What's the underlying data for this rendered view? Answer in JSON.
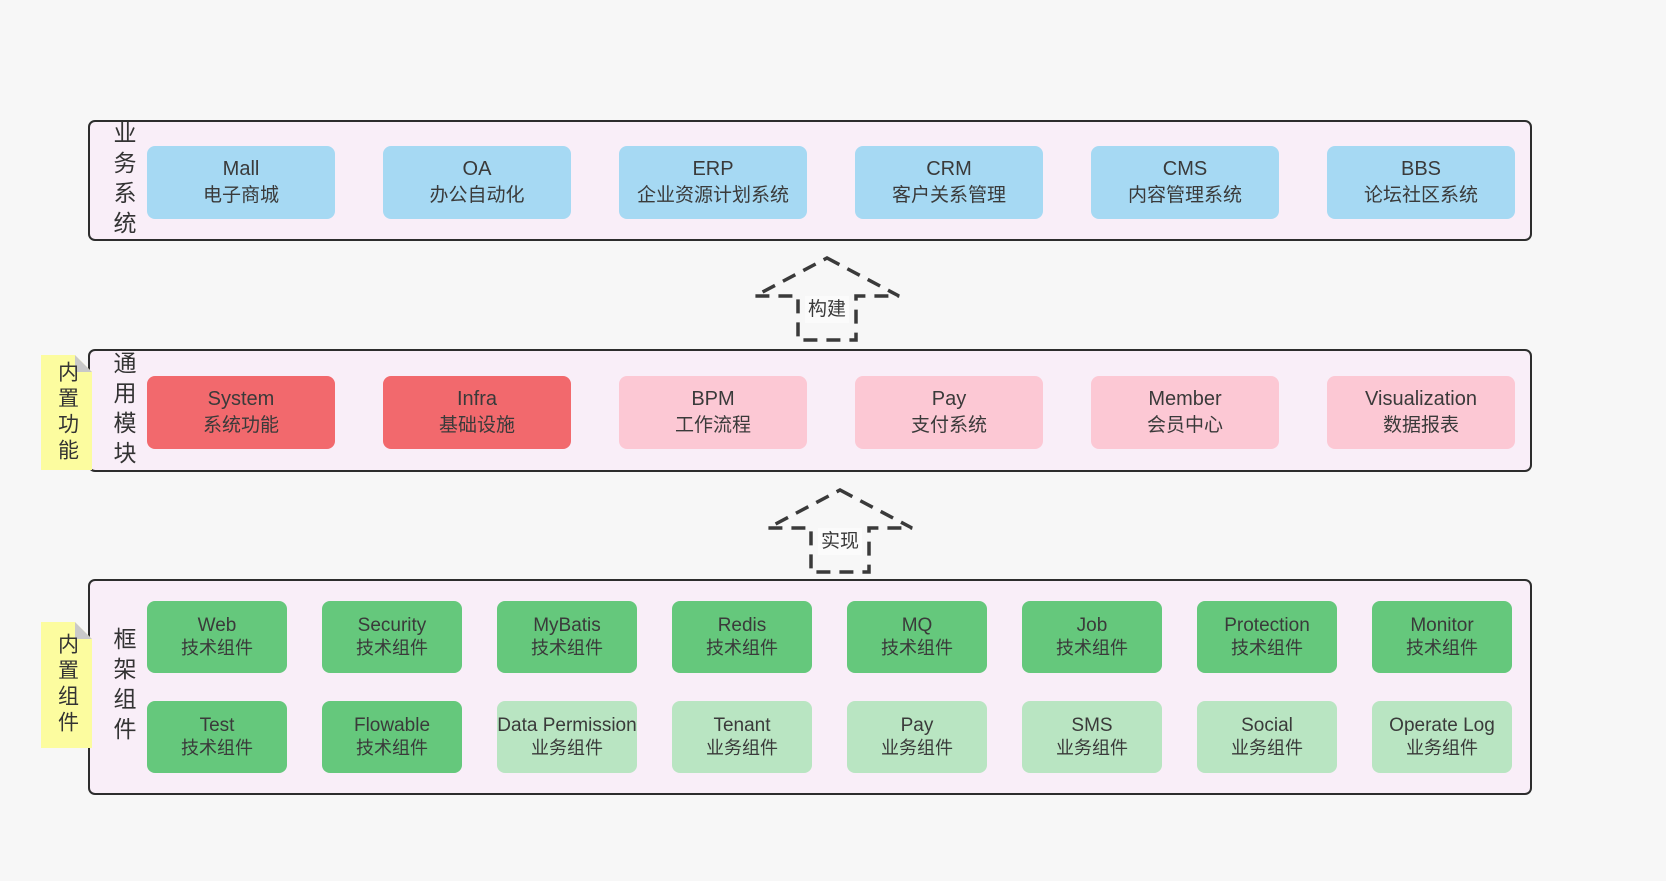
{
  "colors": {
    "page_bg": "#f7f7f7",
    "container_bg": "#f9eef8",
    "container_border": "#2d2d2d",
    "blue_box": "#a6d9f3",
    "red_box": "#f2696d",
    "pink_box": "#fcc8d4",
    "green_box": "#65c87c",
    "light_green_box": "#b9e5c2",
    "note_bg": "#fcfc9f",
    "note_fold": "#c9c9c9",
    "text": "#3a3a3a"
  },
  "layers": {
    "business": {
      "side_label": "业务系统",
      "boxes": [
        {
          "name": "Mall",
          "desc": "电子商城",
          "variant": "blue"
        },
        {
          "name": "OA",
          "desc": "办公自动化",
          "variant": "blue"
        },
        {
          "name": "ERP",
          "desc": "企业资源计划系统",
          "variant": "blue"
        },
        {
          "name": "CRM",
          "desc": "客户关系管理",
          "variant": "blue"
        },
        {
          "name": "CMS",
          "desc": "内容管理系统",
          "variant": "blue"
        },
        {
          "name": "BBS",
          "desc": "论坛社区系统",
          "variant": "blue"
        }
      ]
    },
    "modules": {
      "side_label": "通用模块",
      "note_label": "内置功能",
      "boxes": [
        {
          "name": "System",
          "desc": "系统功能",
          "variant": "red"
        },
        {
          "name": "Infra",
          "desc": "基础设施",
          "variant": "red"
        },
        {
          "name": "BPM",
          "desc": "工作流程",
          "variant": "pink"
        },
        {
          "name": "Pay",
          "desc": "支付系统",
          "variant": "pink"
        },
        {
          "name": "Member",
          "desc": "会员中心",
          "variant": "pink"
        },
        {
          "name": "Visualization",
          "desc": "数据报表",
          "variant": "pink"
        }
      ]
    },
    "framework": {
      "side_label": "框架组件",
      "note_label": "内置组件",
      "row1": [
        {
          "name": "Web",
          "desc": "技术组件",
          "variant": "green"
        },
        {
          "name": "Security",
          "desc": "技术组件",
          "variant": "green"
        },
        {
          "name": "MyBatis",
          "desc": "技术组件",
          "variant": "green"
        },
        {
          "name": "Redis",
          "desc": "技术组件",
          "variant": "green"
        },
        {
          "name": "MQ",
          "desc": "技术组件",
          "variant": "green"
        },
        {
          "name": "Job",
          "desc": "技术组件",
          "variant": "green"
        },
        {
          "name": "Protection",
          "desc": "技术组件",
          "variant": "green"
        },
        {
          "name": "Monitor",
          "desc": "技术组件",
          "variant": "green"
        }
      ],
      "row2": [
        {
          "name": "Test",
          "desc": "技术组件",
          "variant": "green"
        },
        {
          "name": "Flowable",
          "desc": "技术组件",
          "variant": "green"
        },
        {
          "name": "Data Permission",
          "desc": "业务组件",
          "variant": "lightgreen"
        },
        {
          "name": "Tenant",
          "desc": "业务组件",
          "variant": "lightgreen"
        },
        {
          "name": "Pay",
          "desc": "业务组件",
          "variant": "lightgreen"
        },
        {
          "name": "SMS",
          "desc": "业务组件",
          "variant": "lightgreen"
        },
        {
          "name": "Social",
          "desc": "业务组件",
          "variant": "lightgreen"
        },
        {
          "name": "Operate Log",
          "desc": "业务组件",
          "variant": "lightgreen"
        }
      ]
    }
  },
  "arrows": {
    "build": {
      "label": "构建"
    },
    "implement": {
      "label": "实现"
    }
  }
}
